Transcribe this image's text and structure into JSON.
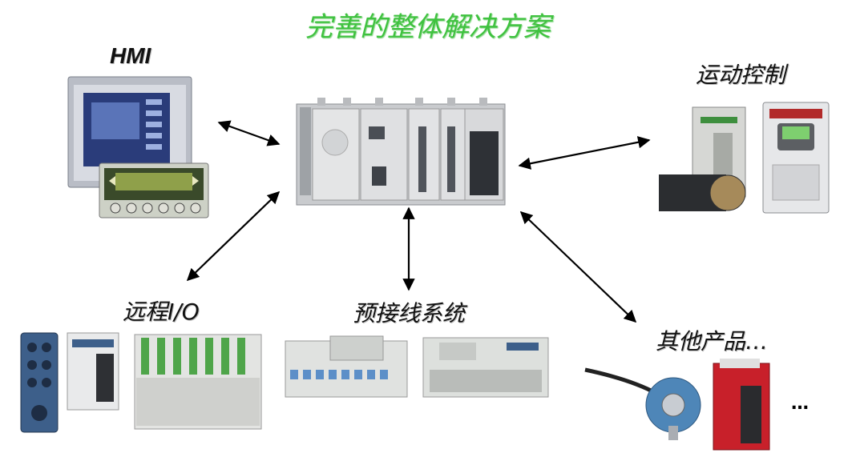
{
  "title": "完善的整体解决方案",
  "center": {
    "name": "PLC"
  },
  "nodes": {
    "hmi": {
      "label": "HMI"
    },
    "motion": {
      "label": "运动控制"
    },
    "remote_io": {
      "label": "远程I/O"
    },
    "prewired": {
      "label": "预接线系统"
    },
    "other": {
      "label": "其他产品…",
      "ellipsis": "…"
    }
  },
  "colors": {
    "title": "#3fc23f",
    "arrow": "#000000",
    "device_gray": "#dcdcdc",
    "hmi_screen": "#2a3c7a",
    "keypad": "#3a4a2a",
    "encoder_blue": "#4e86b8",
    "power_red": "#c8202a",
    "io_blue": "#3d5f8a"
  },
  "icons": {
    "hmi": "hmi-touchscreen-icon",
    "plc": "plc-rack-icon",
    "motion": "servo-drive-icon",
    "remote_io": "io-module-icon",
    "prewired": "terminal-block-icon",
    "other": "encoder-icon"
  }
}
